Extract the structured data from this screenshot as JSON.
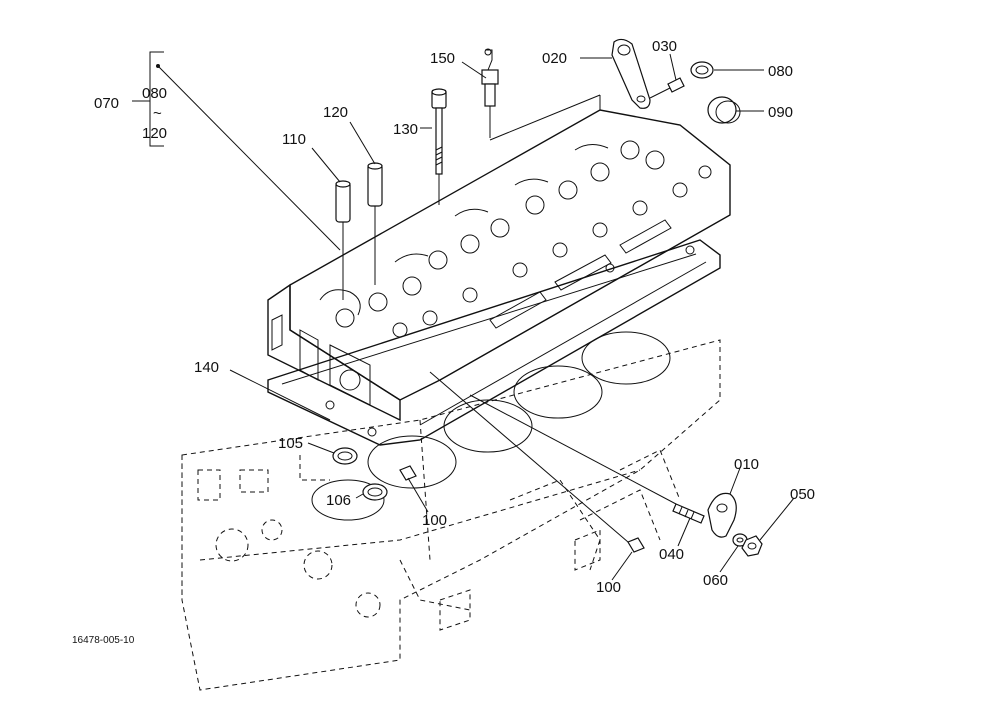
{
  "diagram": {
    "figure_code": "16478-005-10",
    "callouts": [
      {
        "id": "070",
        "text": "070"
      },
      {
        "id": "080a",
        "text": "080"
      },
      {
        "id": "tilde",
        "text": "~"
      },
      {
        "id": "120a",
        "text": "120"
      },
      {
        "id": "150",
        "text": "150"
      },
      {
        "id": "020",
        "text": "020"
      },
      {
        "id": "030",
        "text": "030"
      },
      {
        "id": "080",
        "text": "080"
      },
      {
        "id": "090",
        "text": "090"
      },
      {
        "id": "120",
        "text": "120"
      },
      {
        "id": "130",
        "text": "130"
      },
      {
        "id": "110",
        "text": "110"
      },
      {
        "id": "140",
        "text": "140"
      },
      {
        "id": "105",
        "text": "105"
      },
      {
        "id": "106",
        "text": "106"
      },
      {
        "id": "100a",
        "text": "100"
      },
      {
        "id": "010",
        "text": "010"
      },
      {
        "id": "050",
        "text": "050"
      },
      {
        "id": "040",
        "text": "040"
      },
      {
        "id": "060",
        "text": "060"
      },
      {
        "id": "100b",
        "text": "100"
      }
    ]
  }
}
